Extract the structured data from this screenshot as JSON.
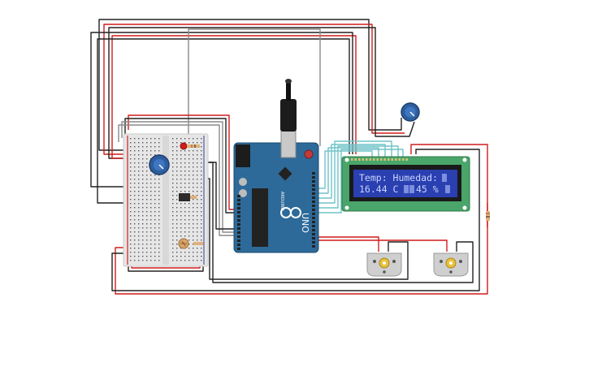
{
  "lcd": {
    "line1": "Temp: Humedad:",
    "line2": "16.44 C",
    "line2_tail": "45 %"
  },
  "arduino": {
    "model_label": "UNO",
    "brand_label": "ARDUINO"
  },
  "colors": {
    "background": "#ffffff",
    "wire_red": "#d01c1c",
    "wire_black": "#222222",
    "wire_gray": "#8a8a8a",
    "wire_teal": "#6fc3c9",
    "arduino_blue": "#2d6a99",
    "lcd_green": "#4aa56a",
    "lcd_screen": "#2a3fb0",
    "lcd_text": "#c8d4ff",
    "breadboard": "#e6e6e6",
    "motor_gray": "#cfcfcf",
    "pot_blue": "#2e5e9e",
    "resistor": "#e0b07a"
  },
  "components": [
    {
      "name": "breadboard",
      "icon": "breadboard"
    },
    {
      "name": "arduino-uno",
      "icon": "microcontroller-board"
    },
    {
      "name": "lcd-16x2",
      "icon": "lcd-display"
    },
    {
      "name": "potentiometer-breadboard",
      "icon": "potentiometer"
    },
    {
      "name": "potentiometer-lcd-contrast",
      "icon": "potentiometer"
    },
    {
      "name": "temperature-sensor",
      "icon": "ic-sensor"
    },
    {
      "name": "photoresistor",
      "icon": "photoresistor"
    },
    {
      "name": "led-red",
      "icon": "led"
    },
    {
      "name": "dc-motor-left",
      "icon": "dc-motor"
    },
    {
      "name": "dc-motor-right",
      "icon": "dc-motor"
    },
    {
      "name": "resistor-right",
      "icon": "resistor"
    }
  ]
}
